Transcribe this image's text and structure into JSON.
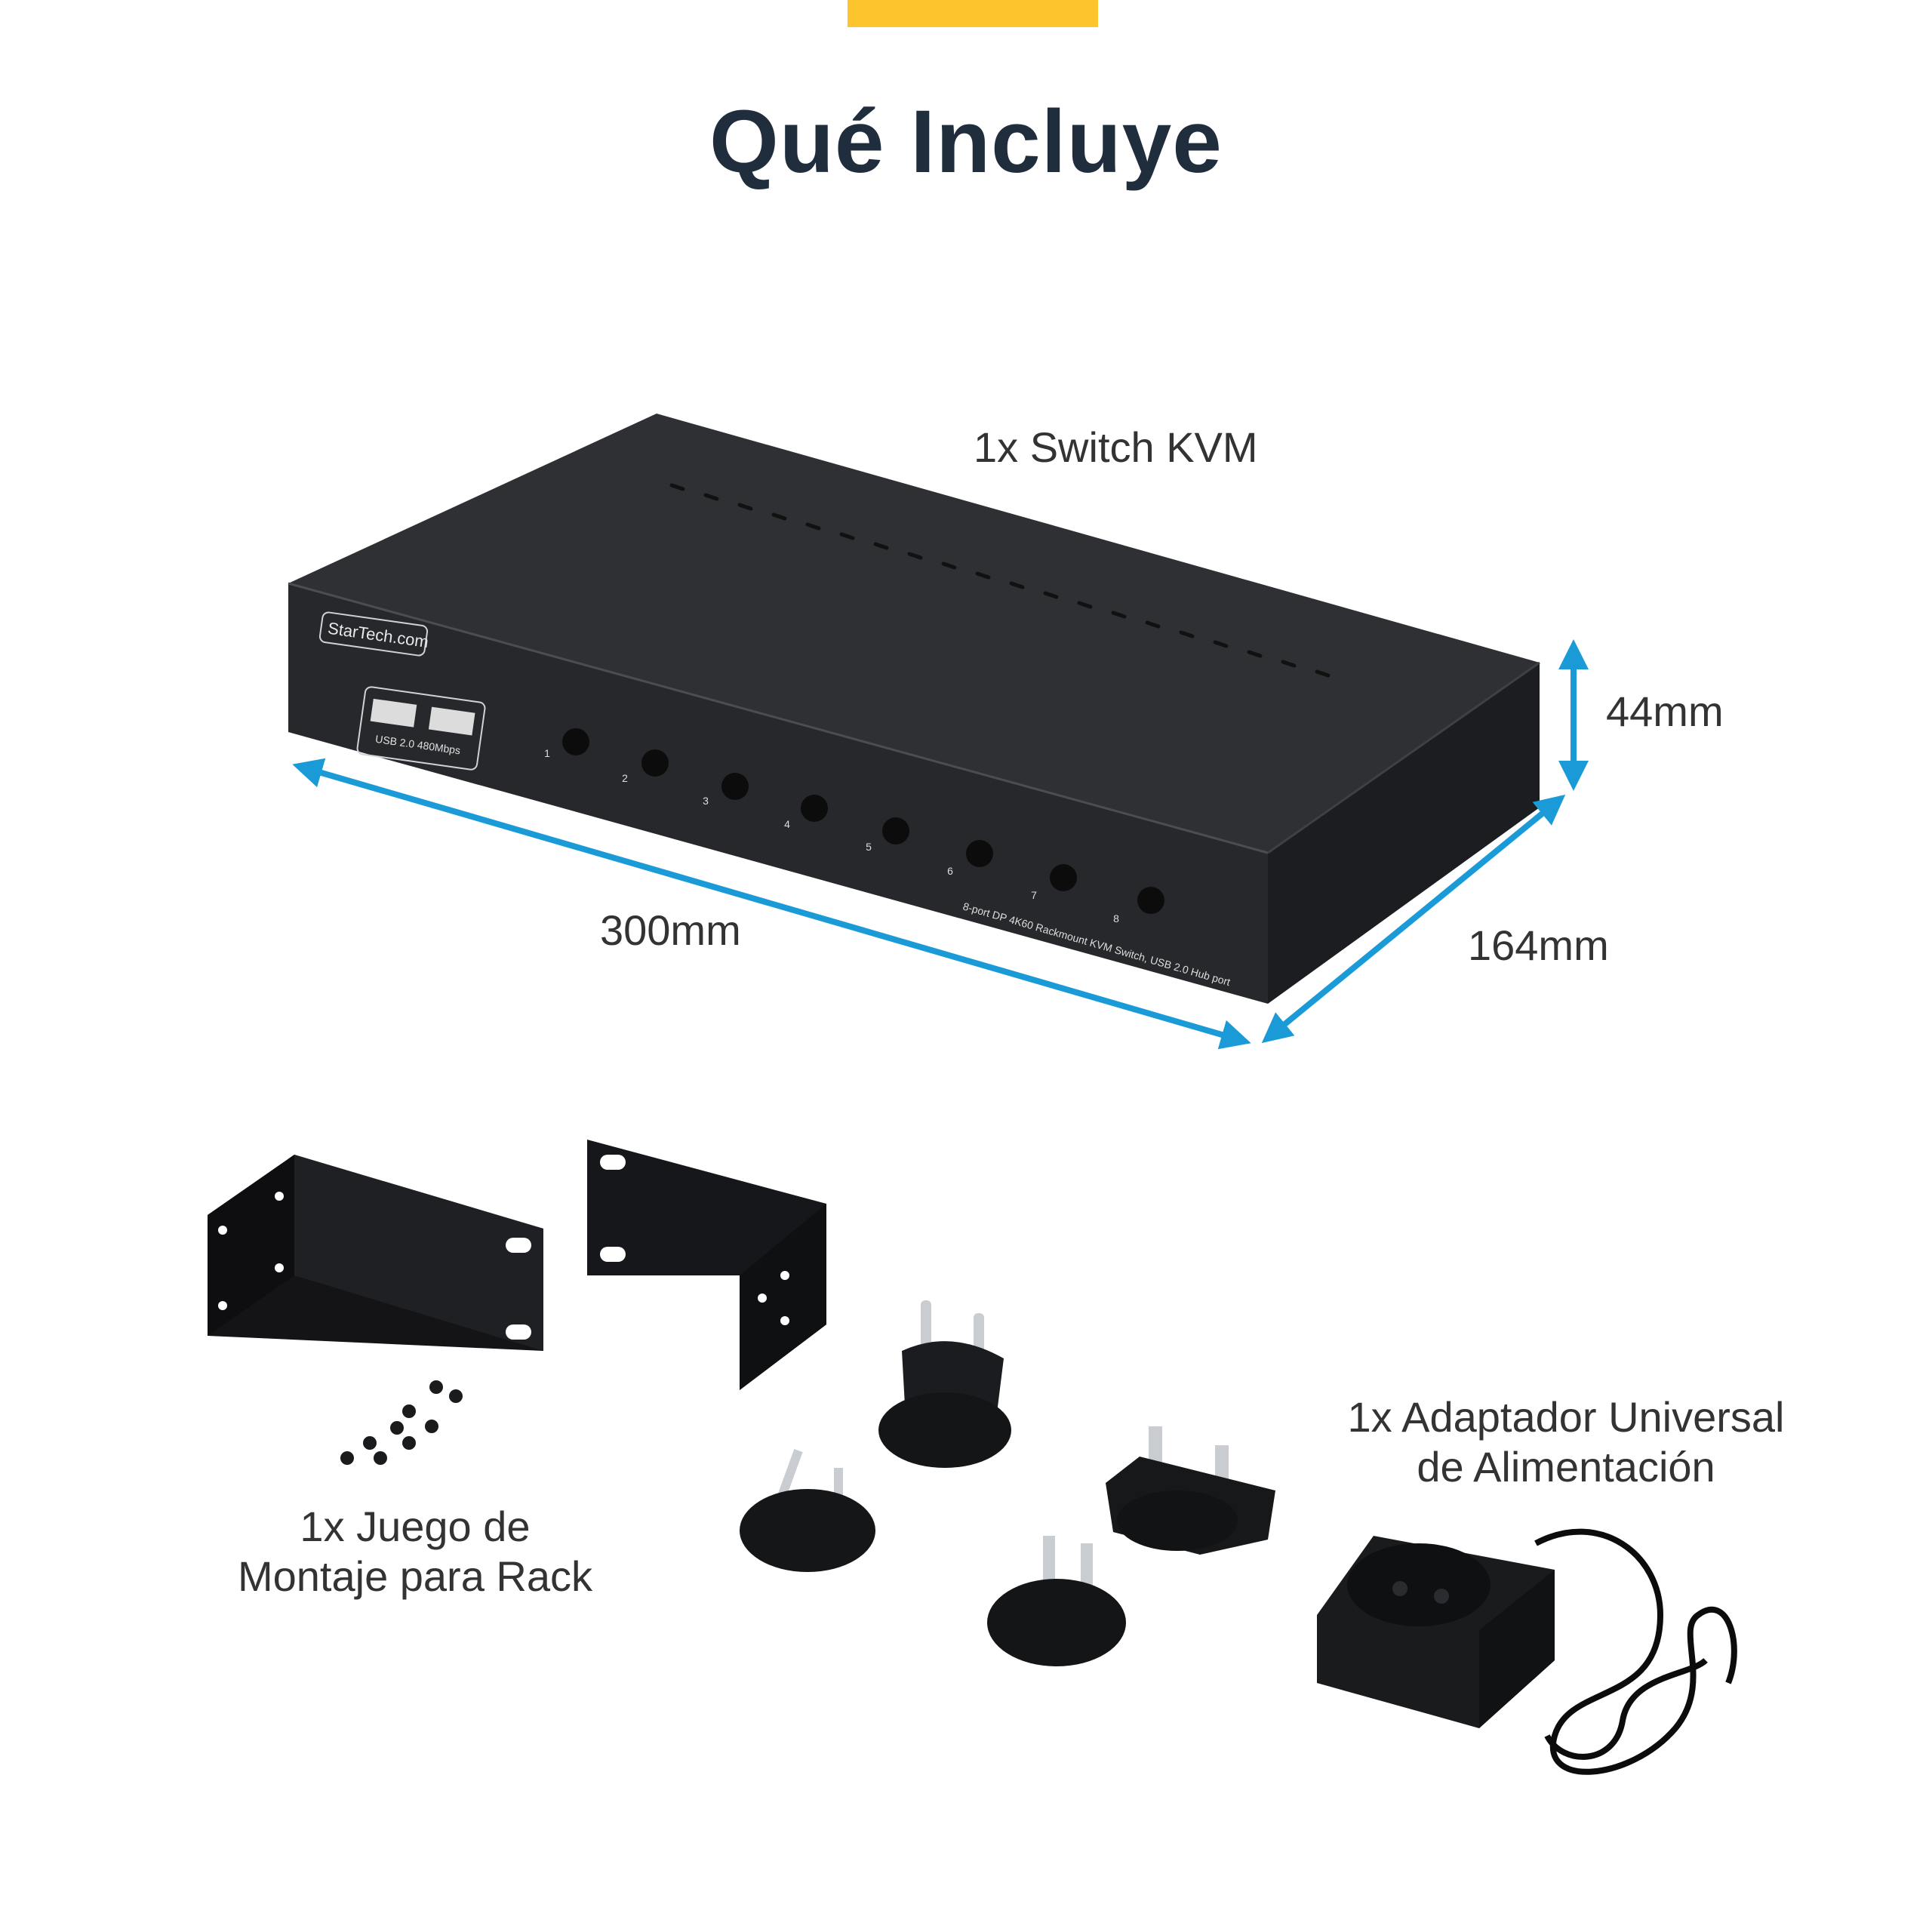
{
  "header": {
    "title": "Qué Incluye",
    "accent_color": "#fcc52e"
  },
  "items": {
    "kvm_switch": {
      "label": "1x Switch KVM",
      "logo_text": "StarTech.com",
      "usb_label": "USB 2.0 480Mbps",
      "model_text": "8-port DP 4K60 Rackmount KVM Switch, USB 2.0 Hub port",
      "port_numbers": [
        "1",
        "2",
        "3",
        "4",
        "5",
        "6",
        "7",
        "8"
      ]
    },
    "rack_kit": {
      "label_line1": "1x Juego de",
      "label_line2": "Montaje para Rack"
    },
    "power_adapter": {
      "label_line1": "1x Adaptador Universal",
      "label_line2": "de Alimentación"
    }
  },
  "dimensions": {
    "width": "300mm",
    "depth": "164mm",
    "height": "44mm",
    "arrow_color": "#1a9bd7"
  }
}
